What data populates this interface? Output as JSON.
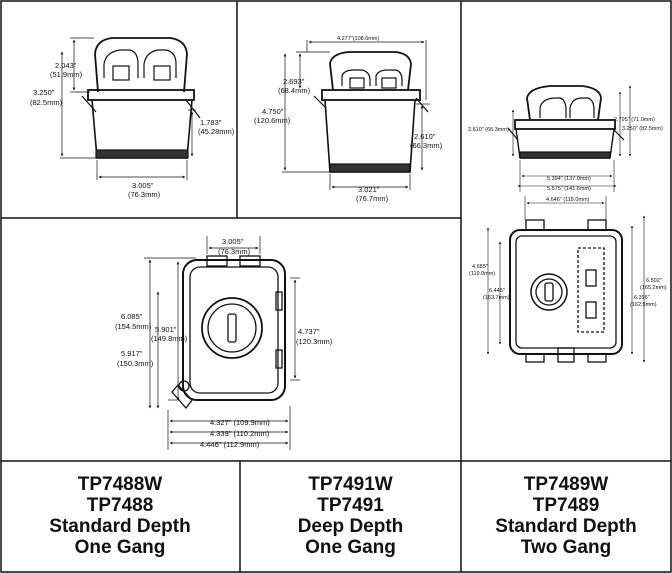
{
  "products": [
    {
      "model_w": "TP7488W",
      "model": "TP7488",
      "depth": "Standard Depth",
      "gang": "One Gang"
    },
    {
      "model_w": "TP7491W",
      "model": "TP7491",
      "depth": "Deep Depth",
      "gang": "One Gang"
    },
    {
      "model_w": "TP7489W",
      "model": "TP7489",
      "depth": "Standard Depth",
      "gang": "Two Gang"
    }
  ],
  "dims": {
    "a_h1_in": "2.043\"",
    "a_h1_mm": "(51.9mm)",
    "a_h2_in": "3.250\"",
    "a_h2_mm": "(82.5mm)",
    "a_h3_in": "1.783\"",
    "a_h3_mm": "(45.28mm)",
    "a_w_in": "3.005\"",
    "a_w_mm": "(76.3mm)",
    "b_top": "4.277\"(108.6mm)",
    "b_h1_in": "2.693\"",
    "b_h1_mm": "(68.4mm)",
    "b_h2_in": "4.750\"",
    "b_h2_mm": "(120.6mm)",
    "b_h3_in": "2.610\"",
    "b_h3_mm": "(66.3mm)",
    "b_w_in": "3.021\"",
    "b_w_mm": "(76.7mm)",
    "c_top_in": "3.005\"",
    "c_top_mm": "(76.3mm)",
    "c_h1_in": "6.085\"",
    "c_h1_mm": "(154.5mm)",
    "c_h2_in": "5.901\"",
    "c_h2_mm": "(149.8mm)",
    "c_h3_in": "5.917\"",
    "c_h3_mm": "(150.3mm)",
    "c_h4_in": "4.737\"",
    "c_h4_mm": "(120.3mm)",
    "c_w1": "4.327\" (109.9mm)",
    "c_w2": "4.339\" (110.2mm)",
    "c_w3": "4.446\" (112.9mm)",
    "d_l": "2.610\" (66.3mm)",
    "d_r1": "2.795\" (71.0mm)",
    "d_r2": "3.250\" (82.5mm)",
    "d_w1": "5.394\" (137.0mm)",
    "d_w2": "5.575\" (141.6mm)",
    "d_w3": "4.646\" (118.0mm)",
    "d_h1_in": "4.685\"",
    "d_h1_mm": "(119.0mm)",
    "d_h2_in": "6.445\"",
    "d_h2_mm": "(163.7mm)",
    "d_h3_in": "6.502\"",
    "d_h3_mm": "(165.2mm)",
    "d_h4_in": "6.396\"",
    "d_h4_mm": "(162.5mm)"
  }
}
